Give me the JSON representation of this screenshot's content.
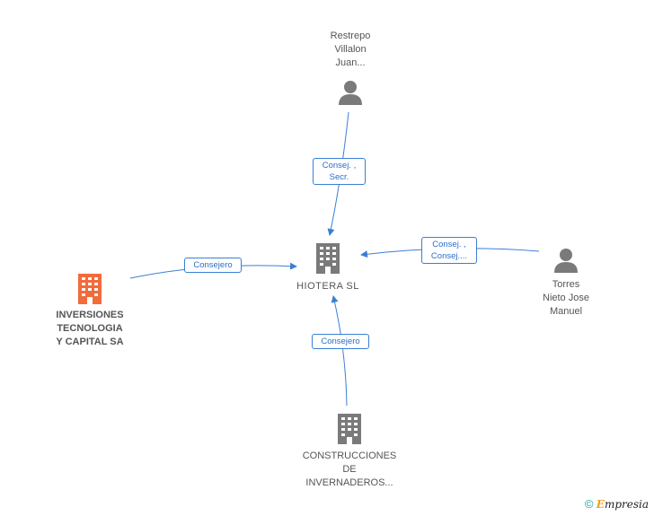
{
  "center": {
    "label": "HIOTERA SL"
  },
  "nodes": {
    "restrepo": {
      "lines": [
        "Restrepo",
        "Villalon",
        "Juan..."
      ]
    },
    "torres": {
      "lines": [
        "Torres",
        "Nieto Jose",
        "Manuel"
      ]
    },
    "inversiones": {
      "lines": [
        "INVERSIONES",
        "TECNOLOGIA",
        "Y CAPITAL SA"
      ]
    },
    "construcciones": {
      "lines": [
        "CONSTRUCCIONES",
        "DE",
        "INVERNADEROS..."
      ]
    }
  },
  "edges": {
    "restrepo": [
      "Consej. ,",
      "Secr."
    ],
    "torres": [
      "Consej. ,",
      "Consej...."
    ],
    "inversiones": [
      "Consejero"
    ],
    "construcciones": [
      "Consejero"
    ]
  },
  "colors": {
    "line": "#3a7fd6",
    "node_icon": "#7a7a7a",
    "accent_icon": "#f26b3a"
  },
  "footer": {
    "copyright": "©",
    "brand_first": "E",
    "brand_rest": "mpresia"
  }
}
